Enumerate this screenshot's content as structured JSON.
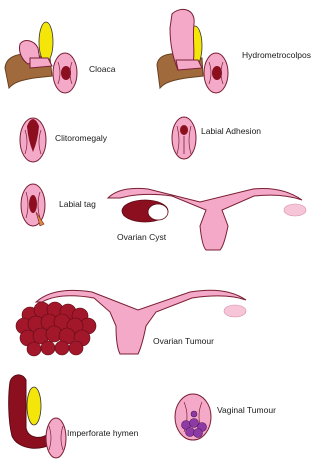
{
  "figure": {
    "labels": {
      "cloaca": "Cloaca",
      "hydrometrocolpos": "Hydrometrocolpos",
      "clitoromegaly": "Clitoromegaly",
      "labial_adhesion": "Labial Adhesion",
      "labial_tag": "Labial tag",
      "ovarian_cyst": "Ovarian Cyst",
      "ovarian_tumour": "Ovarian Tumour",
      "imperforate_hymen": "Imperforate hymen",
      "vaginal_tumour": "Vaginal Tumour"
    },
    "colors": {
      "pink": "#f4a9c8",
      "outline": "#7a1f33",
      "dark_red": "#8b0f1e",
      "yellow": "#f5e60a",
      "brown": "#a06a3c",
      "purple": "#8e3aa5",
      "light_pink": "#f7c5d8"
    }
  }
}
